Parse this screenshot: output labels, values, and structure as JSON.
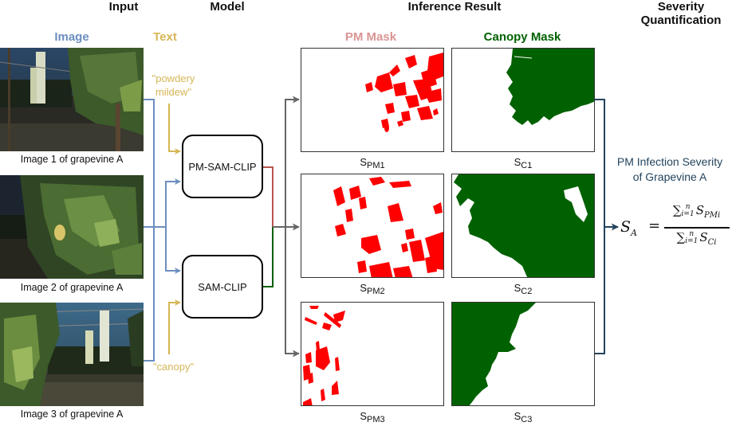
{
  "headers": {
    "input": "Input",
    "model": "Model",
    "inference": "Inference Result",
    "severity_line1": "Severity",
    "severity_line2": "Quantification"
  },
  "subheaders": {
    "image": "Image",
    "text": "Text",
    "pm_mask": "PM Mask",
    "canopy_mask": "Canopy Mask"
  },
  "colors": {
    "image_blue": "#6c8ebf",
    "text_gold": "#d6b656",
    "pm_pink": "#d99594",
    "pm_red": "#ff0000",
    "canopy_green": "#006100",
    "model_red_line": "#b85450",
    "arrow_gray": "#666666",
    "severity_navy": "#23445d"
  },
  "images": [
    {
      "caption": "Image 1 of grapevine A"
    },
    {
      "caption": "Image 2 of grapevine A"
    },
    {
      "caption": "Image 3 of grapevine A"
    }
  ],
  "prompts": {
    "pm_line1": "\"powdery",
    "pm_line2": "mildew\"",
    "canopy": "\"canopy\""
  },
  "models": {
    "pm": "PM-SAM-CLIP",
    "canopy": "SAM-CLIP"
  },
  "masks": {
    "pm": [
      {
        "label_main": "S",
        "label_sub": "PM1"
      },
      {
        "label_main": "S",
        "label_sub": "PM2"
      },
      {
        "label_main": "S",
        "label_sub": "PM3"
      }
    ],
    "canopy": [
      {
        "label_main": "S",
        "label_sub": "C1"
      },
      {
        "label_main": "S",
        "label_sub": "C2"
      },
      {
        "label_main": "S",
        "label_sub": "C3"
      }
    ]
  },
  "severity": {
    "title_line1": "PM Infection Severity",
    "title_line2": "of Grapevine A",
    "lhs": "S",
    "lhs_sub": "A",
    "equals": "=",
    "num_sum": "∑",
    "num_sup": "n",
    "num_from": "i=1",
    "num_S": "S",
    "num_sub": "PMi",
    "den_sum": "∑",
    "den_sup": "n",
    "den_from": "i=1",
    "den_S": "S",
    "den_sub": "Ci"
  }
}
